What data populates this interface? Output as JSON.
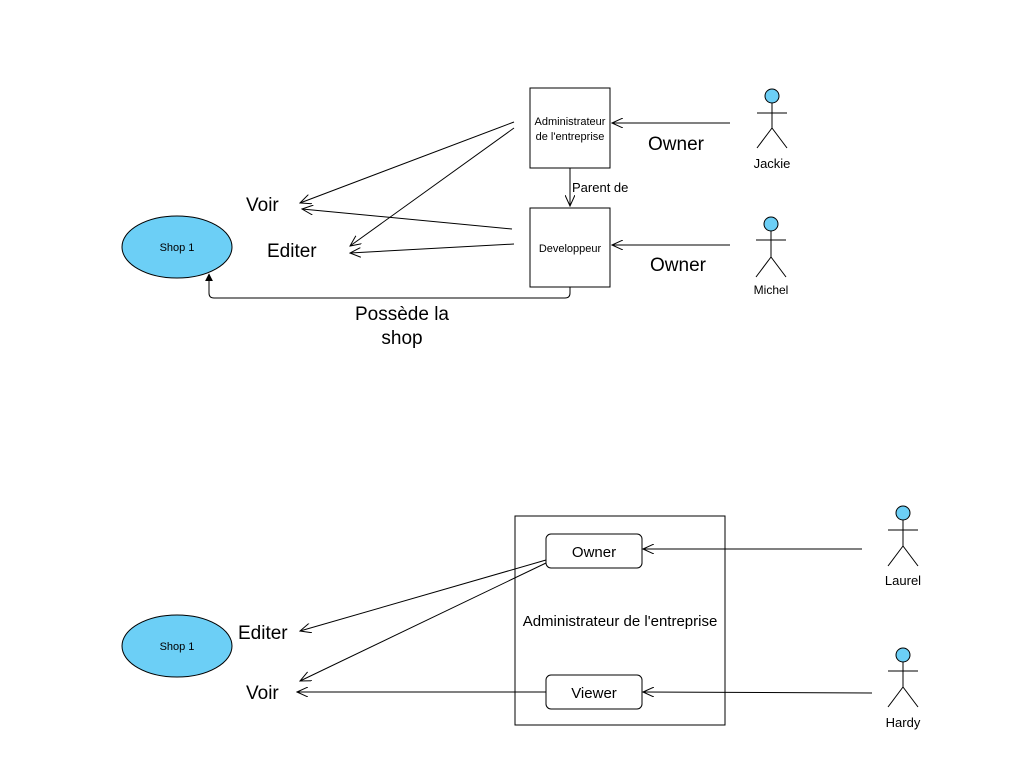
{
  "top": {
    "admin_box": {
      "line1": "Administrateur",
      "line2": "de l'entreprise"
    },
    "dev_box": {
      "label": "Developpeur"
    },
    "parent_label": "Parent de",
    "shop": {
      "label": "Shop 1",
      "fill": "#6ccff6"
    },
    "voir": "Voir",
    "editer": "Editer",
    "owner_jackie": "Owner",
    "owner_michel": "Owner",
    "possede": {
      "line1": "Possède la",
      "line2": "shop"
    },
    "actors": {
      "jackie": "Jackie",
      "michel": "Michel"
    }
  },
  "bottom": {
    "group_label": "Administrateur de l'entreprise",
    "owner_role": "Owner",
    "viewer_role": "Viewer",
    "shop": {
      "label": "Shop 1",
      "fill": "#6ccff6"
    },
    "editer": "Editer",
    "voir": "Voir",
    "actors": {
      "laurel": "Laurel",
      "hardy": "Hardy"
    }
  },
  "colors": {
    "actor_head": "#6ccff6",
    "stroke": "#000000"
  }
}
